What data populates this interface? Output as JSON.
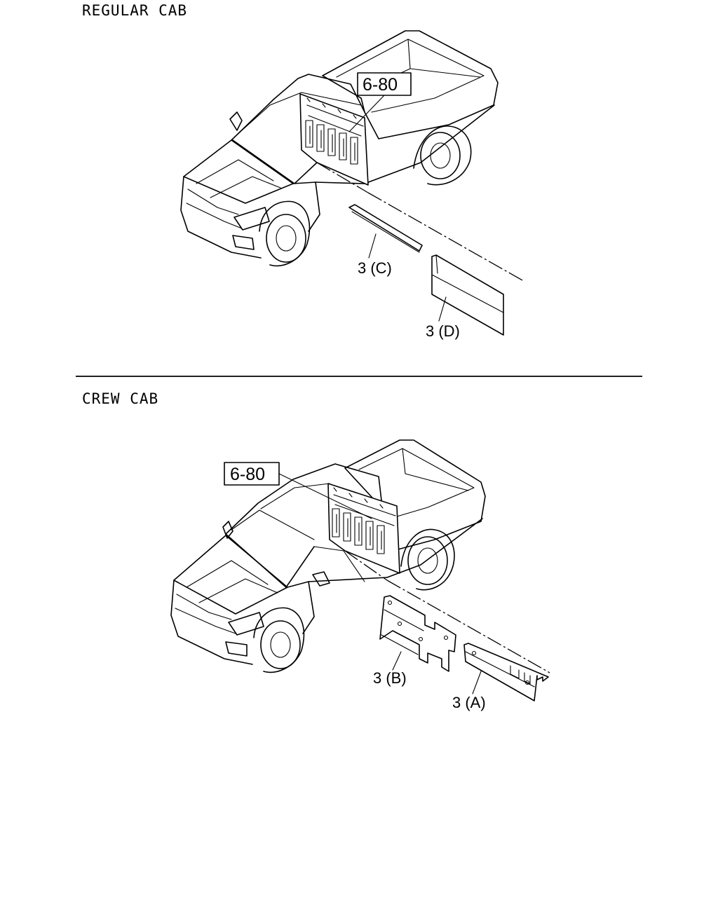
{
  "sections": {
    "regular": {
      "title": "REGULAR CAB",
      "ref_box": "6-80",
      "part_c": "3 (C)",
      "part_d": "3 (D)"
    },
    "crew": {
      "title": "CREW CAB",
      "ref_box": "6-80",
      "part_b": "3 (B)",
      "part_a": "3 (A)"
    }
  }
}
